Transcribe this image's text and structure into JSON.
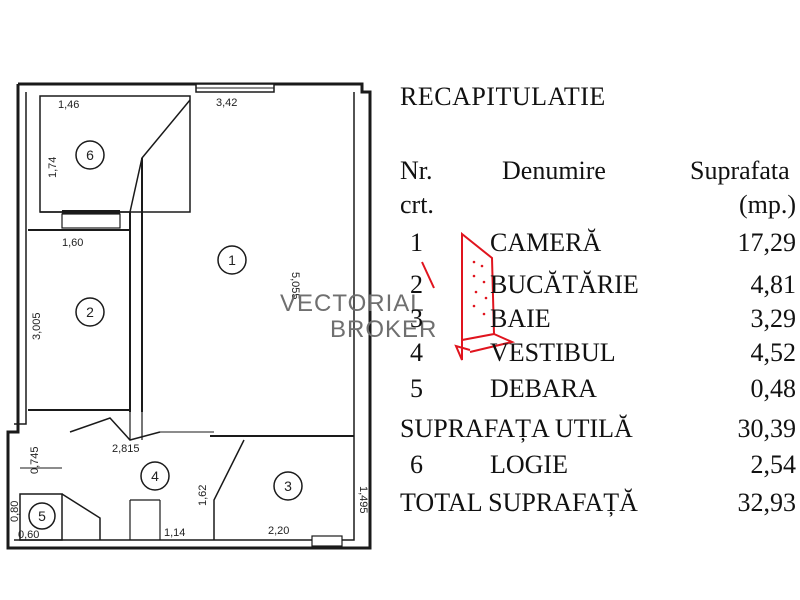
{
  "plan": {
    "rooms": [
      "1",
      "2",
      "3",
      "4",
      "5",
      "6"
    ],
    "dims": {
      "d146": "1,46",
      "d342": "3,42",
      "d174": "1,74",
      "d160": "1,60",
      "d5055": "5,055",
      "d3005": "3,005",
      "d2815": "2,815",
      "d0745": "0,745",
      "d162": "1,62",
      "d1495": "1,495",
      "d080": "0,80",
      "d060": "0,60",
      "d114": "1,14",
      "d220": "2,20"
    }
  },
  "summary": {
    "title": "RECAPITULATIE",
    "header": {
      "nr1": "Nr.",
      "nr2": "crt.",
      "name": "Denumire",
      "area1": "Suprafata",
      "area2": "(mp.)"
    },
    "rows": [
      {
        "nr": "1",
        "name": "CAMERĂ",
        "area": "17,29"
      },
      {
        "nr": "2",
        "name": "BUCĂTĂRIE",
        "area": "4,81"
      },
      {
        "nr": "3",
        "name": "BAIE",
        "area": "3,29"
      },
      {
        "nr": "4",
        "name": "VESTIBUL",
        "area": "4,52"
      },
      {
        "nr": "5",
        "name": "DEBARA",
        "area": "0,48"
      }
    ],
    "useful": {
      "label": "SUPRAFAȚA UTILĂ",
      "area": "30,39"
    },
    "logia": {
      "nr": "6",
      "name": "LOGIE",
      "area": "2,54"
    },
    "total": {
      "label": "TOTAL SUPRAFAȚĂ",
      "area": "32,93"
    }
  },
  "watermark": {
    "line1": "VECTORIAL",
    "line2": "BROKER",
    "color": "#e0141e"
  }
}
